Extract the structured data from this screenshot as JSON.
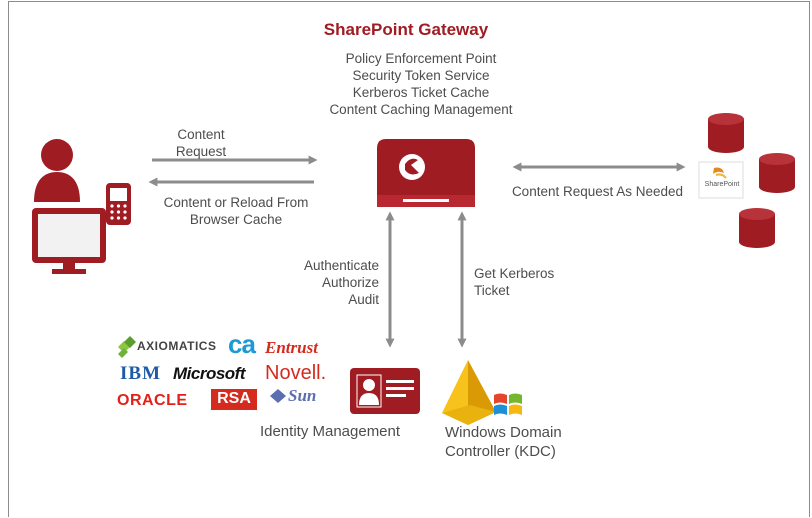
{
  "gateway": {
    "title": "SharePoint Gateway",
    "features": [
      "Policy Enforcement Point",
      "Security Token Service",
      "Kerberos Ticket Cache",
      "Content Caching Management"
    ]
  },
  "client_flows": {
    "request": [
      "Content",
      "Request"
    ],
    "response": [
      "Content or Reload From",
      "Browser Cache"
    ]
  },
  "server_flow": "Content Request As Needed",
  "sharepoint_label": "SharePoint",
  "auth_flow": [
    "Authenticate",
    "Authorize",
    "Audit"
  ],
  "kerberos_flow": [
    "Get Kerberos",
    "Ticket"
  ],
  "identity_management": "Identity Management",
  "windows_dc": [
    "Windows Domain",
    "Controller (KDC)"
  ],
  "vendors": {
    "axiomatics": "AXIOMATICS",
    "ca": "ca",
    "entrust": "Entrust",
    "ibm": "IBM",
    "microsoft": "Microsoft",
    "novell": "Novell.",
    "oracle": "ORACLE",
    "rsa": "RSA",
    "sun": "Sun"
  },
  "colors": {
    "brand": "#a01c23",
    "arrow": "#8c8c8c",
    "text": "#4d4d4d"
  }
}
